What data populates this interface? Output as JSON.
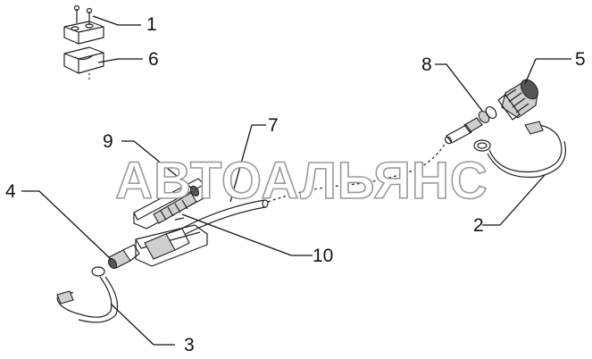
{
  "watermark": "АВТОАЛЬЯНС",
  "callouts": [
    {
      "id": "1",
      "text": "1"
    },
    {
      "id": "2",
      "text": "2"
    },
    {
      "id": "3",
      "text": "3"
    },
    {
      "id": "4",
      "text": "4"
    },
    {
      "id": "5",
      "text": "5"
    },
    {
      "id": "6",
      "text": "6"
    },
    {
      "id": "7",
      "text": "7"
    },
    {
      "id": "8",
      "text": "8"
    },
    {
      "id": "9",
      "text": "9"
    },
    {
      "id": "10",
      "text": "10"
    }
  ]
}
